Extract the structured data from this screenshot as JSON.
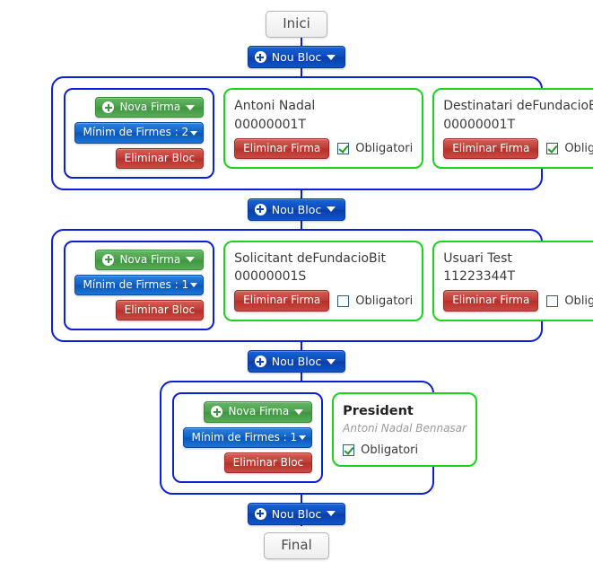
{
  "flow": {
    "start_label": "Inici",
    "end_label": "Final",
    "add_block_label": "Nou Bloc",
    "colors": {
      "connector": "#0b1fd6",
      "block_border": "#0b1fd6",
      "card_border": "#1ad41a",
      "green_button": "#4a9f4a",
      "blue_button": "#1060c6",
      "red_button": "#bd3a32",
      "check_mark": "#1f9b1f"
    },
    "buttons": {
      "new_signature": "Nova Firma",
      "remove_block": "Eliminar Bloc",
      "remove_signature": "Eliminar Firma"
    },
    "checkbox_label": "Obligatori"
  },
  "blocks": [
    {
      "min_signatures_label": "Mínim de Firmes : 2",
      "signers": [
        {
          "name": "Antoni Nadal",
          "doc_id": "00000001T",
          "remove_label": "Eliminar Firma",
          "required": true,
          "required_label": "Obligatori"
        },
        {
          "name": "Destinatari deFundacioBit",
          "doc_id": "00000001T",
          "remove_label": "Eliminar Firma",
          "required": true,
          "required_label": "Obligatori"
        }
      ]
    },
    {
      "min_signatures_label": "Mínim de Firmes : 1",
      "signers": [
        {
          "name": "Solicitant deFundacioBit",
          "doc_id": "00000001S",
          "remove_label": "Eliminar Firma",
          "required": false,
          "required_label": "Obligatori"
        },
        {
          "name": "Usuari Test",
          "doc_id": "11223344T",
          "remove_label": "Eliminar Firma",
          "required": false,
          "required_label": "Obligatori"
        }
      ]
    },
    {
      "min_signatures_label": "Mínim de Firmes : 1",
      "roles": [
        {
          "role": "President",
          "person": "Antoni Nadal Bennasar",
          "required": true,
          "required_label": "Obligatori"
        }
      ]
    }
  ]
}
